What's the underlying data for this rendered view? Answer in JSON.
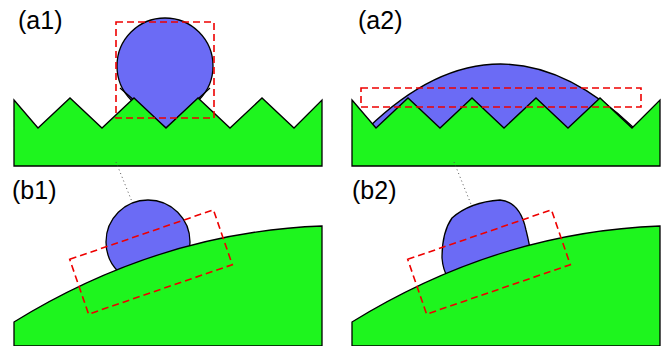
{
  "diagram": {
    "labels": [
      "(a1)",
      "(a2)",
      "(b1)",
      "(b2)"
    ]
  }
}
